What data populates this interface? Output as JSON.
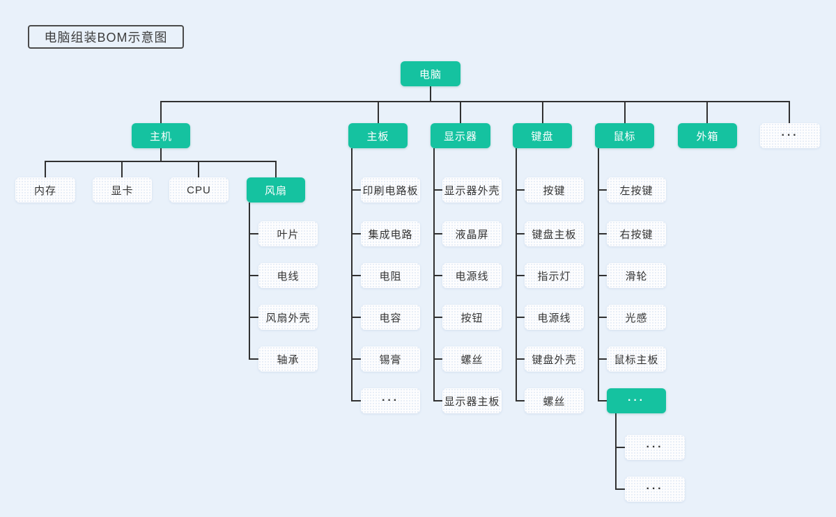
{
  "title": "电脑组装BOM示意图",
  "colors": {
    "background": "#e9f1fa",
    "node_green": "#15c2a0",
    "node_white": "#fdfdfe",
    "connector_line": "#303030",
    "title_border": "#4a4a4a",
    "text_dark": "#333333",
    "text_light": "#ffffff"
  },
  "nodes": {
    "computer": "电脑",
    "host": "主机",
    "motherboard": "主板",
    "monitor": "显示器",
    "keyboard": "键盘",
    "mouse": "鼠标",
    "outer_case": "外箱",
    "level2_more": "···",
    "memory": "内存",
    "graphics_card": "显卡",
    "cpu": "CPU",
    "fan": "风扇",
    "fan_blade": "叶片",
    "wire": "电线",
    "fan_housing": "风扇外壳",
    "bearing": "轴承",
    "pcb": "印刷电路板",
    "integrated_circuit": "集成电路",
    "resistor": "电阻",
    "capacitor": "电容",
    "solder_paste": "锡膏",
    "motherboard_more": "···",
    "monitor_housing": "显示器外壳",
    "lcd_screen": "液晶屏",
    "monitor_power_cable": "电源线",
    "button": "按钮",
    "monitor_screw": "螺丝",
    "monitor_board": "显示器主板",
    "keys": "按键",
    "keyboard_board": "键盘主板",
    "indicator_light": "指示灯",
    "keyboard_power_cable": "电源线",
    "keyboard_housing": "键盘外壳",
    "keyboard_screw": "螺丝",
    "left_button": "左按键",
    "right_button": "右按键",
    "scroll_wheel": "滑轮",
    "light_sensor": "光感",
    "mouse_board": "鼠标主板",
    "mouse_more": "···",
    "mouse_more_child1": "···",
    "mouse_more_child2": "···"
  },
  "hierarchy": {
    "computer": [
      "host",
      "motherboard",
      "monitor",
      "keyboard",
      "mouse",
      "outer_case",
      "level2_more"
    ],
    "host": [
      "memory",
      "graphics_card",
      "cpu",
      "fan"
    ],
    "fan": [
      "fan_blade",
      "wire",
      "fan_housing",
      "bearing"
    ],
    "motherboard": [
      "pcb",
      "integrated_circuit",
      "resistor",
      "capacitor",
      "solder_paste",
      "motherboard_more"
    ],
    "monitor": [
      "monitor_housing",
      "lcd_screen",
      "monitor_power_cable",
      "button",
      "monitor_screw",
      "monitor_board"
    ],
    "keyboard": [
      "keys",
      "keyboard_board",
      "indicator_light",
      "keyboard_power_cable",
      "keyboard_housing",
      "keyboard_screw"
    ],
    "mouse": [
      "left_button",
      "right_button",
      "scroll_wheel",
      "light_sensor",
      "mouse_board",
      "mouse_more"
    ],
    "mouse_more": [
      "mouse_more_child1",
      "mouse_more_child2"
    ]
  }
}
